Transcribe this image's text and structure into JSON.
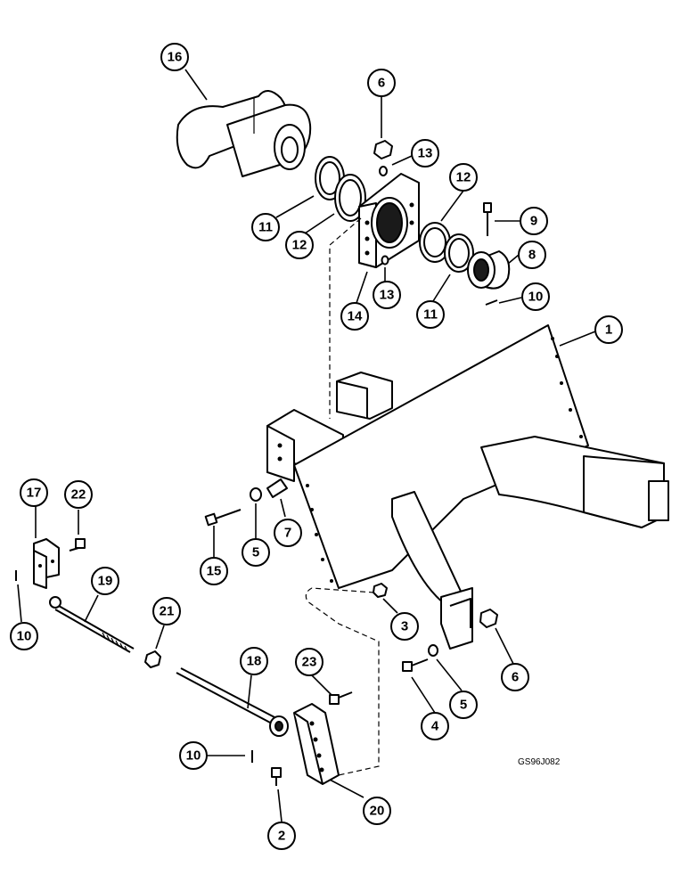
{
  "drawing": {
    "reference_code": "GS96J082",
    "callouts": [
      {
        "id": "c16",
        "label": "16"
      },
      {
        "id": "c6a",
        "label": "6"
      },
      {
        "id": "c13a",
        "label": "13"
      },
      {
        "id": "c12a",
        "label": "12"
      },
      {
        "id": "c9",
        "label": "9"
      },
      {
        "id": "c11a",
        "label": "11"
      },
      {
        "id": "c12b",
        "label": "12"
      },
      {
        "id": "c8",
        "label": "8"
      },
      {
        "id": "c14",
        "label": "14"
      },
      {
        "id": "c13b",
        "label": "13"
      },
      {
        "id": "c11b",
        "label": "11"
      },
      {
        "id": "c10a",
        "label": "10"
      },
      {
        "id": "c1",
        "label": "1"
      },
      {
        "id": "c17",
        "label": "17"
      },
      {
        "id": "c22",
        "label": "22"
      },
      {
        "id": "c15",
        "label": "15"
      },
      {
        "id": "c5a",
        "label": "5"
      },
      {
        "id": "c7",
        "label": "7"
      },
      {
        "id": "c19",
        "label": "19"
      },
      {
        "id": "c21",
        "label": "21"
      },
      {
        "id": "c10b",
        "label": "10"
      },
      {
        "id": "c3",
        "label": "3"
      },
      {
        "id": "c6b",
        "label": "6"
      },
      {
        "id": "c18",
        "label": "18"
      },
      {
        "id": "c23",
        "label": "23"
      },
      {
        "id": "c5b",
        "label": "5"
      },
      {
        "id": "c4",
        "label": "4"
      },
      {
        "id": "c10c",
        "label": "10"
      },
      {
        "id": "c20",
        "label": "20"
      },
      {
        "id": "c2",
        "label": "2"
      }
    ]
  }
}
